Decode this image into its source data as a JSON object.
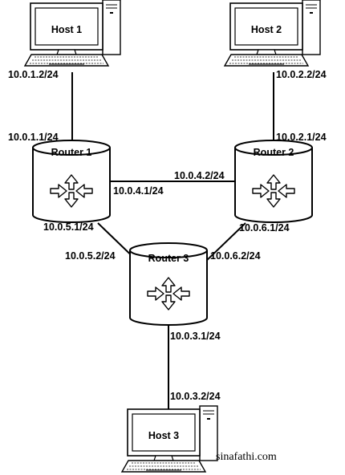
{
  "hosts": [
    {
      "name": "Host 1",
      "ip": "10.0.1.2/24"
    },
    {
      "name": "Host 2",
      "ip": "10.0.2.2/24"
    },
    {
      "name": "Host 3",
      "ip": "10.0.3.2/24"
    }
  ],
  "routers": [
    {
      "name": "Router 1",
      "ips": [
        "10.0.1.1/24",
        "10.0.4.1/24",
        "10.0.5.1/24"
      ]
    },
    {
      "name": "Router 2",
      "ips": [
        "10.0.2.1/24",
        "10.0.4.2/24",
        "10.0.6.1/24"
      ]
    },
    {
      "name": "Router 3",
      "ips": [
        "10.0.5.2/24",
        "10.0.6.2/24",
        "10.0.3.1/24"
      ]
    }
  ],
  "credit": "sinafathi.com"
}
